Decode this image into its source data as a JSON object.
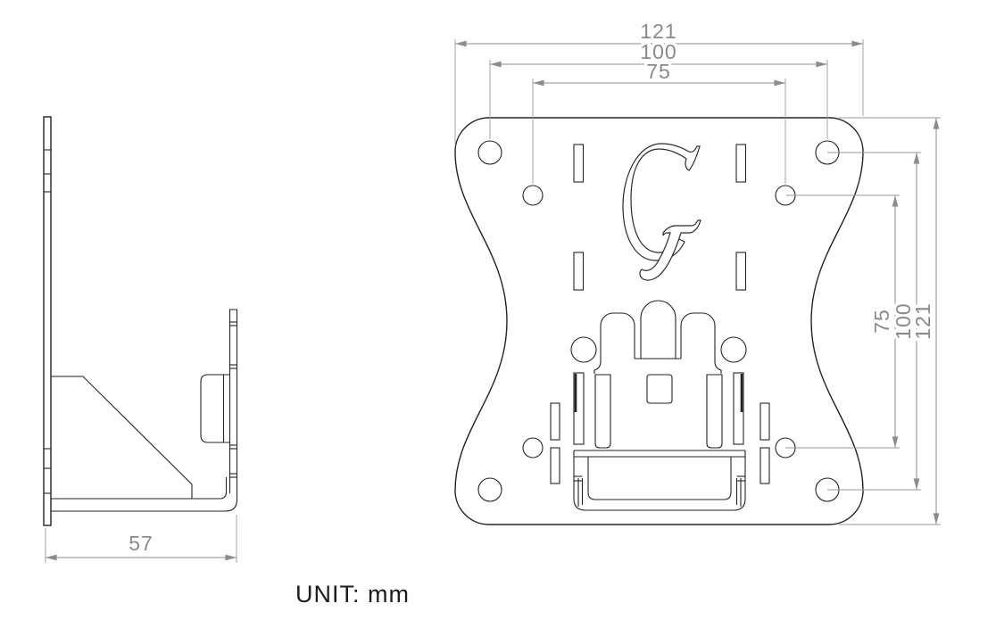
{
  "annotation": {
    "unit_note": "UNIT: mm"
  },
  "side_view": {
    "depth_dim": "57"
  },
  "front_view": {
    "logo_letter": "G",
    "top_dims": {
      "outer": "121",
      "vesa100": "100",
      "vesa75": "75"
    },
    "right_dims": {
      "vesa75": "75",
      "vesa100": "100",
      "outer": "121"
    }
  },
  "colors": {
    "line": "#232323",
    "dimension": "#8c8c8c",
    "unit_text": "#1c1c1c"
  }
}
